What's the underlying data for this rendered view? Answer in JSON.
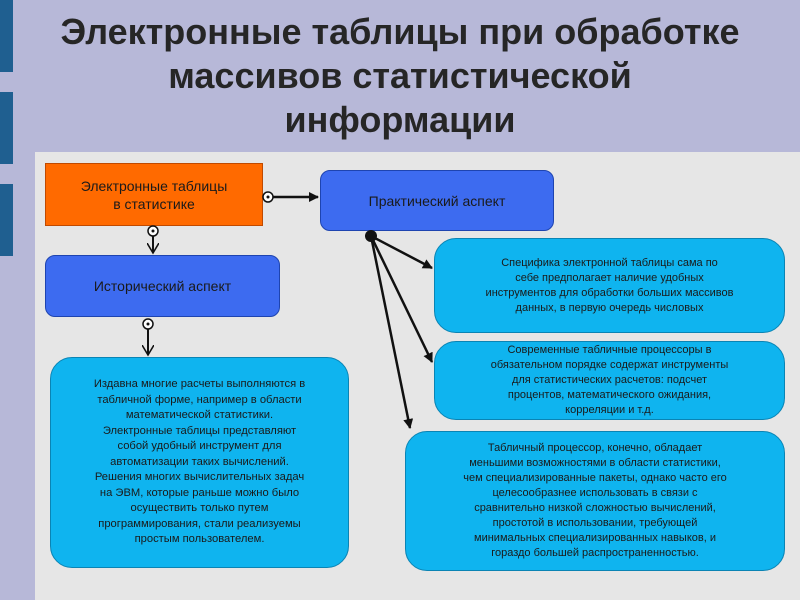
{
  "slide": {
    "title": "Электронные таблицы при обработке массивов статистической информации"
  },
  "diagram": {
    "nodes": {
      "stats_tables": "Электронные таблицы\nв статистике",
      "practical": "Практический аспект",
      "historical": "Исторический аспект",
      "history_text": "Издавна многие расчеты выполняются в\nтабличной форме, например в области\nматематической статистики.\nЭлектронные таблицы представляют\nсобой удобный инструмент для\nавтоматизации таких вычислений.\nРешения многих вычислительных задач\nна ЭВМ, которые раньше можно было\nосуществить только путем\nпрограммирования, стали реализуемы\nпростым пользователем.",
      "specific_text": "Специфика электронной     таблицы сама по\nсебе предполагает наличие удобных\nинструментов для обработки больших массивов\nданных, в первую очередь числовых",
      "processors_text": "Современные табличные процессоры в\nобязательном порядке содержат инструменты\nдля статистических расчетов: подсчет\nпроцентов, математического ожидания,\nкорреляции и т.д.",
      "capabilities_text": "Табличный процессор, конечно, обладает\nменьшими возможностями в области статистики,\nчем специализированные пакеты, однако часто его\nцелесообразнее использовать в связи с\nсравнительно низкой сложностью вычислений,\nпростотой в использовании, требующей\nминимальных специализированных навыков, и\nгораздо большей распространенностью."
    }
  },
  "colors": {
    "background": "#b7b8d8",
    "panel": "#e6e6e6",
    "orange_box": "#ff6a00",
    "blue_box": "#3d6bf0",
    "cyan_box": "#0fb4ef",
    "side_tabs": "#1f5f90"
  }
}
